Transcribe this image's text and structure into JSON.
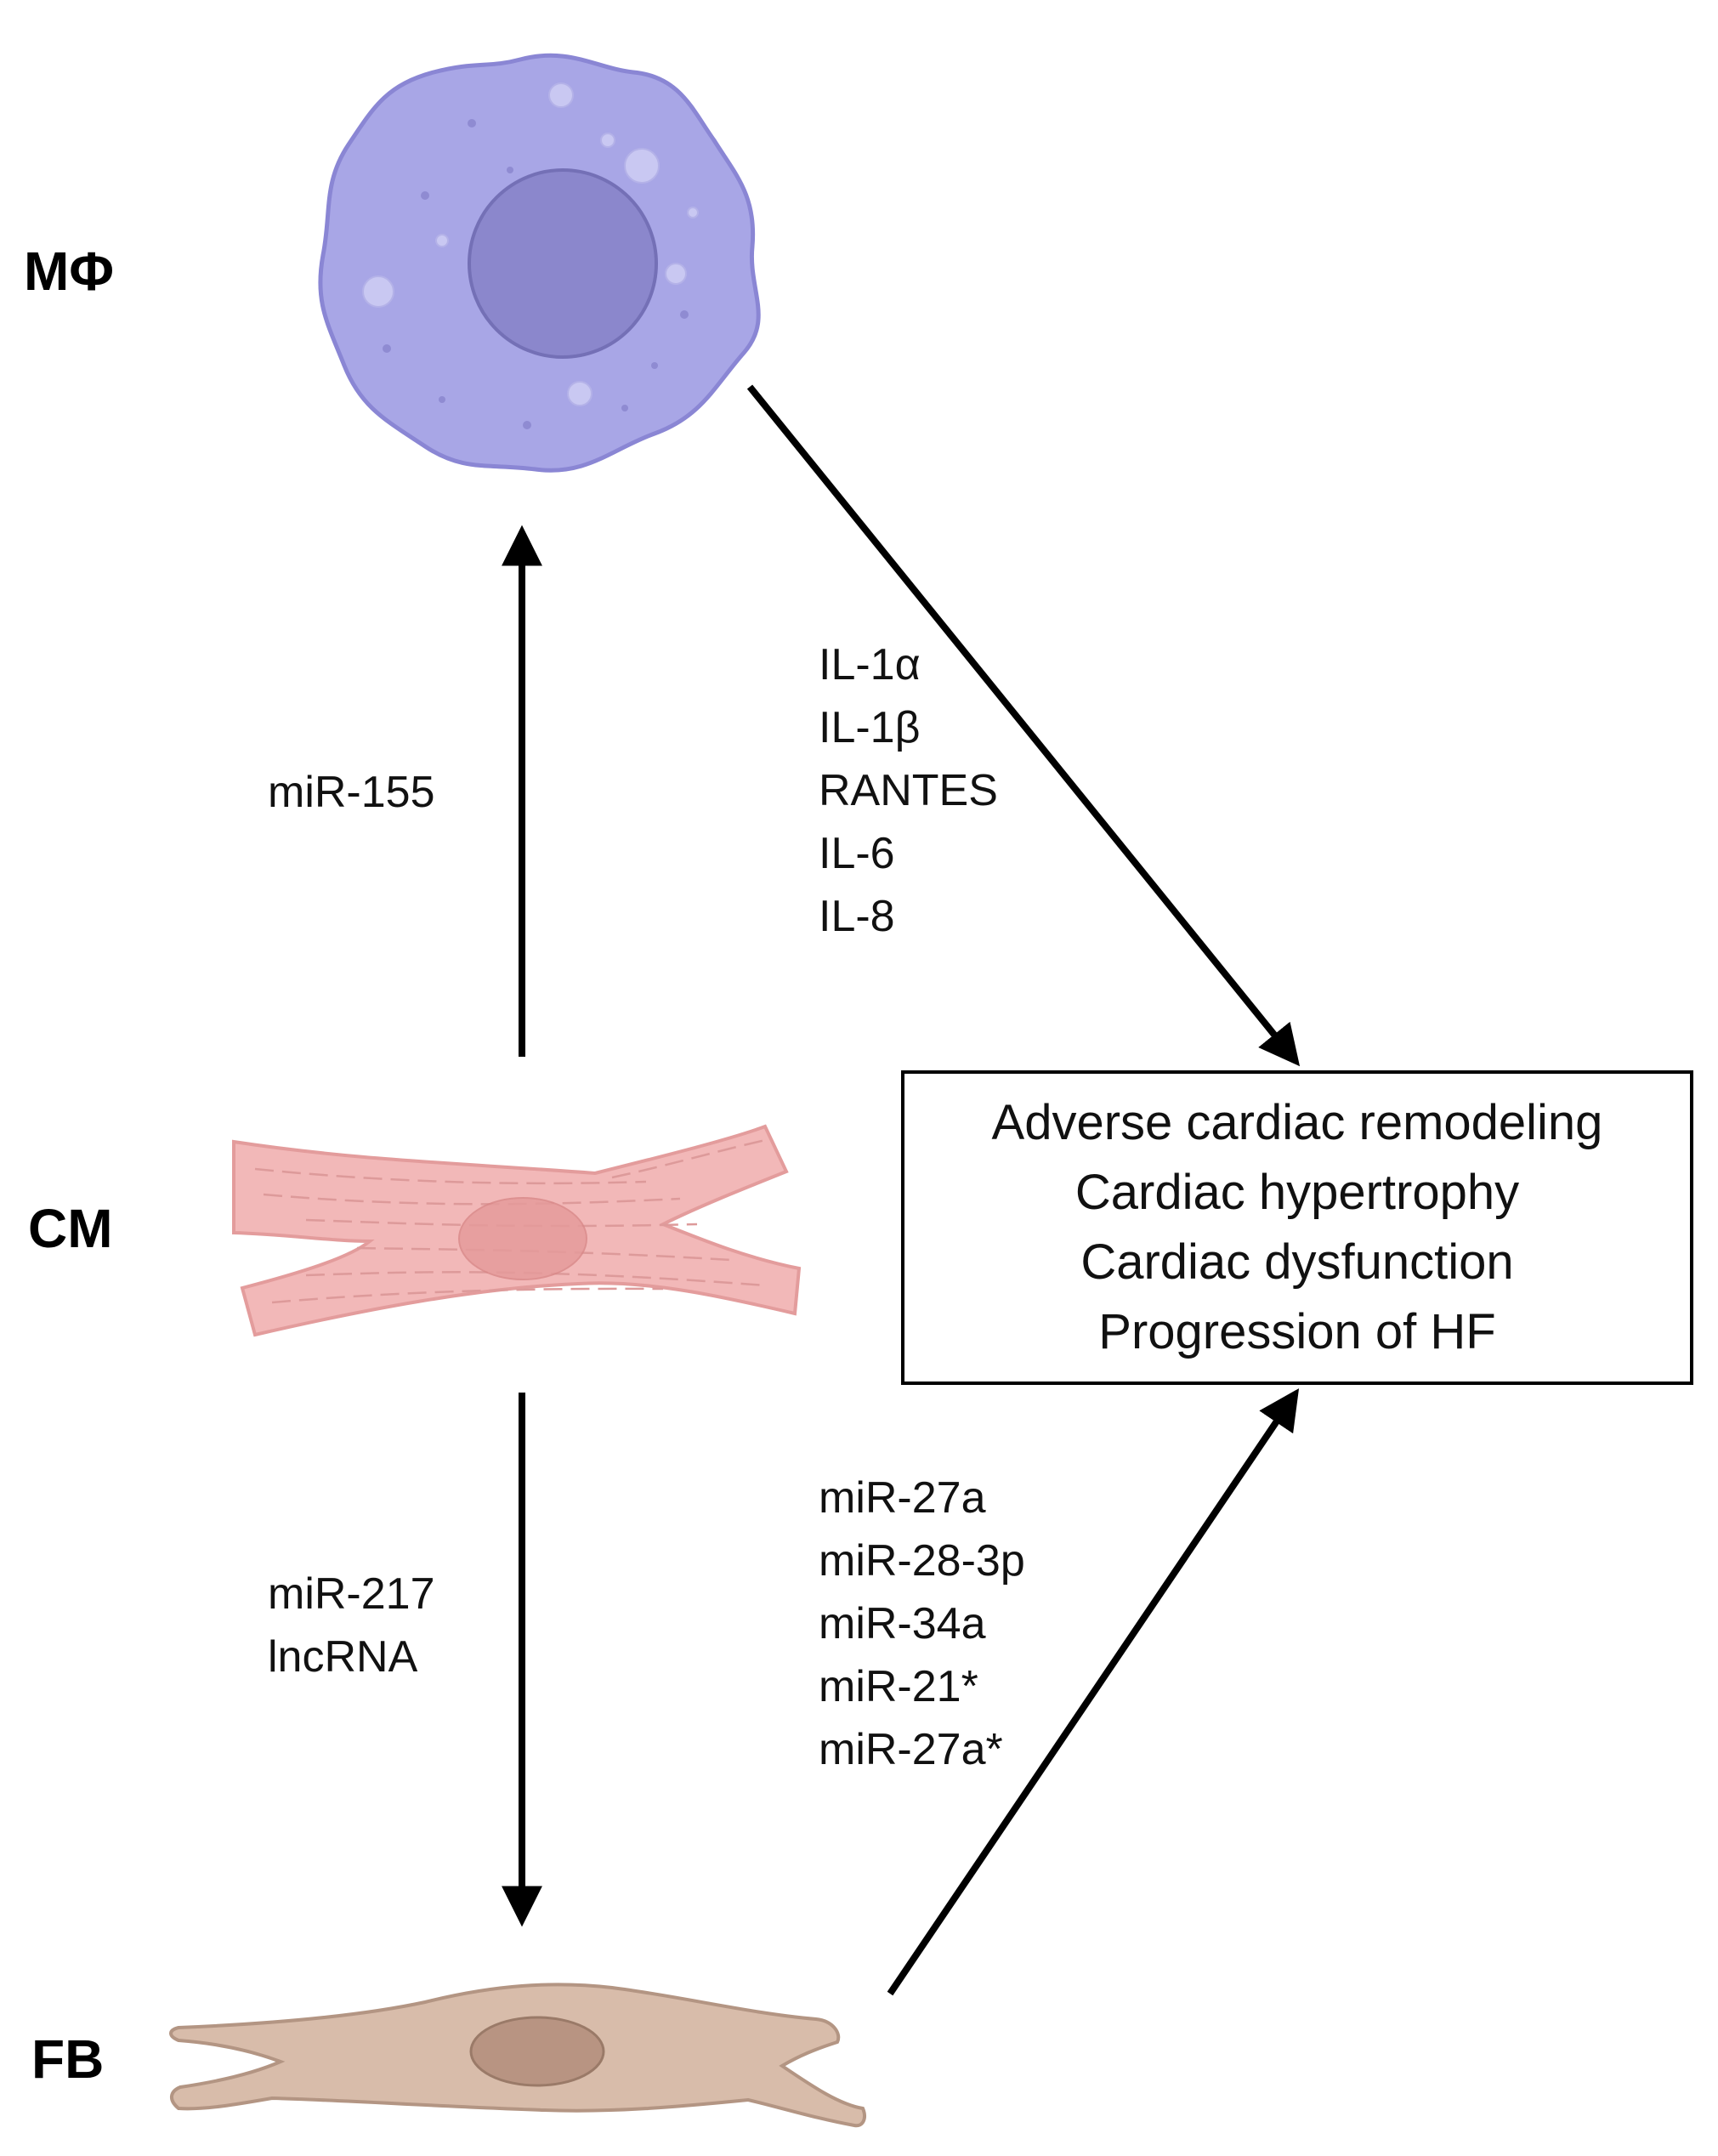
{
  "cells": {
    "macrophage": {
      "label": "MΦ",
      "color": "#a8a6e6",
      "nucleus_color": "#8b87cc"
    },
    "cardiomyocyte": {
      "label": "CM",
      "color": "#f2b8b8",
      "nucleus_color": "#e59a9a"
    },
    "fibroblast": {
      "label": "FB",
      "color": "#d8bcaa",
      "nucleus_color": "#b89482"
    }
  },
  "connections": {
    "cm_to_mphi": {
      "molecules": [
        "miR-155"
      ]
    },
    "cm_to_fb": {
      "molecules": [
        "miR-217",
        "lncRNA"
      ]
    },
    "mphi_to_outcome": {
      "molecules": [
        "IL-1α",
        "IL-1β",
        "RANTES",
        "IL-6",
        "IL-8"
      ]
    },
    "fb_to_outcome": {
      "molecules": [
        "miR-27a",
        "miR-28-3p",
        "miR-34a",
        "miR-21*",
        "miR-27a*"
      ]
    }
  },
  "outcome": {
    "lines": [
      "Adverse cardiac remodeling",
      "Cardiac hypertrophy",
      "Cardiac dysfunction",
      "Progression of HF"
    ]
  }
}
